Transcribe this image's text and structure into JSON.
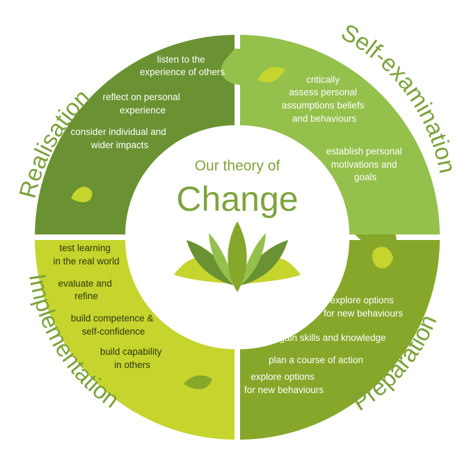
{
  "center": {
    "line1": "Our theory of",
    "line2": "Change"
  },
  "colors": {
    "realisation": "#6a9232",
    "self_examination": "#94c04c",
    "preparation": "#86a72a",
    "implementation": "#c6d42e",
    "label_green": "#7ba23b",
    "center_text": "#7ea43e",
    "dark_text": "#2e3a0c"
  },
  "quadrants": {
    "realisation": {
      "title": "Realisation",
      "items": [
        [
          "listen to the",
          "experience  of others"
        ],
        [
          "reflect on personal",
          "experience"
        ],
        [
          "consider individual and",
          "wider impacts"
        ]
      ]
    },
    "self_examination": {
      "title": "Self-examination",
      "items": [
        [
          "critically",
          "assess personal",
          "assumptions beliefs",
          "and behaviours"
        ],
        [
          "establish personal",
          "motivations and",
          "goals"
        ]
      ]
    },
    "preparation": {
      "title": "Preparation",
      "items": [
        [
          "explore options",
          "for new behaviours"
        ],
        [
          "gain skills and knowledge"
        ],
        [
          "plan a course of action"
        ],
        [
          "explore options",
          "for new behaviours"
        ]
      ]
    },
    "implementation": {
      "title": "Implementation",
      "items": [
        [
          "test learning",
          "in the real world"
        ],
        [
          "evaluate and",
          "refine"
        ],
        [
          "build competence &",
          "self-confidence"
        ],
        [
          "build capability",
          "in others"
        ]
      ]
    }
  }
}
